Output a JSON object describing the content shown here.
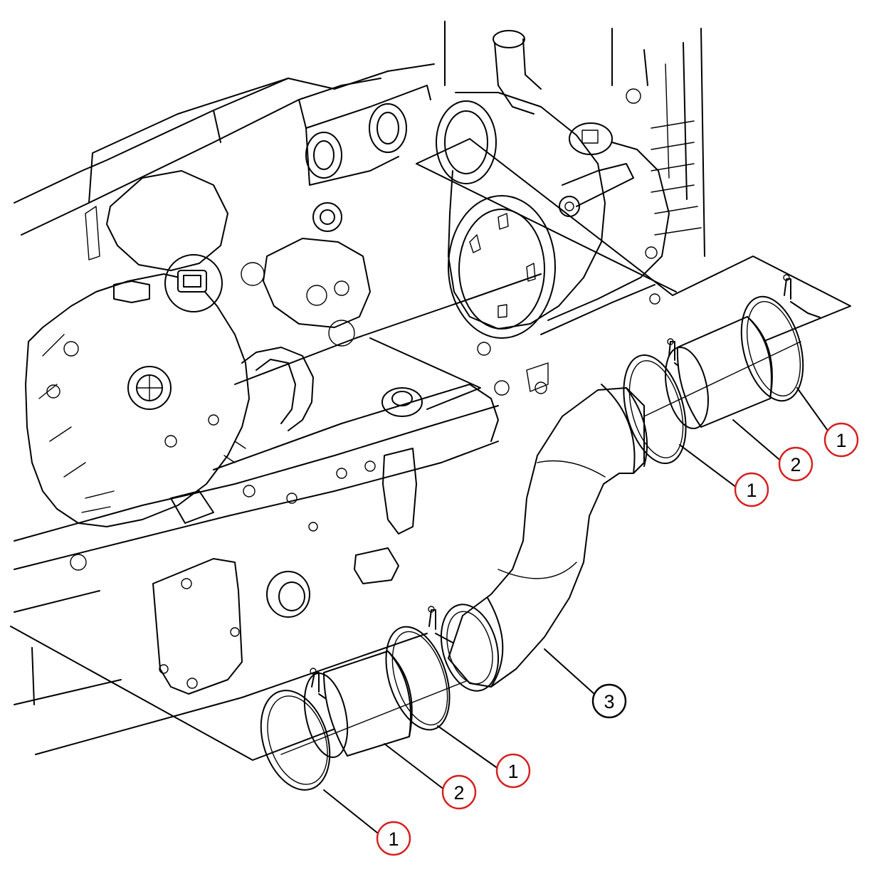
{
  "callouts": [
    {
      "label": "1",
      "ring_color": "#d61f1f"
    },
    {
      "label": "2",
      "ring_color": "#d61f1f"
    },
    {
      "label": "1",
      "ring_color": "#d61f1f"
    },
    {
      "label": "3",
      "ring_color": "#000000"
    },
    {
      "label": "1",
      "ring_color": "#d61f1f"
    },
    {
      "label": "2",
      "ring_color": "#d61f1f"
    },
    {
      "label": "1",
      "ring_color": "#d61f1f"
    }
  ],
  "parts": [
    {
      "name": "hose-clamp"
    },
    {
      "name": "coupler-sleeve"
    },
    {
      "name": "charge-air-tube"
    }
  ]
}
